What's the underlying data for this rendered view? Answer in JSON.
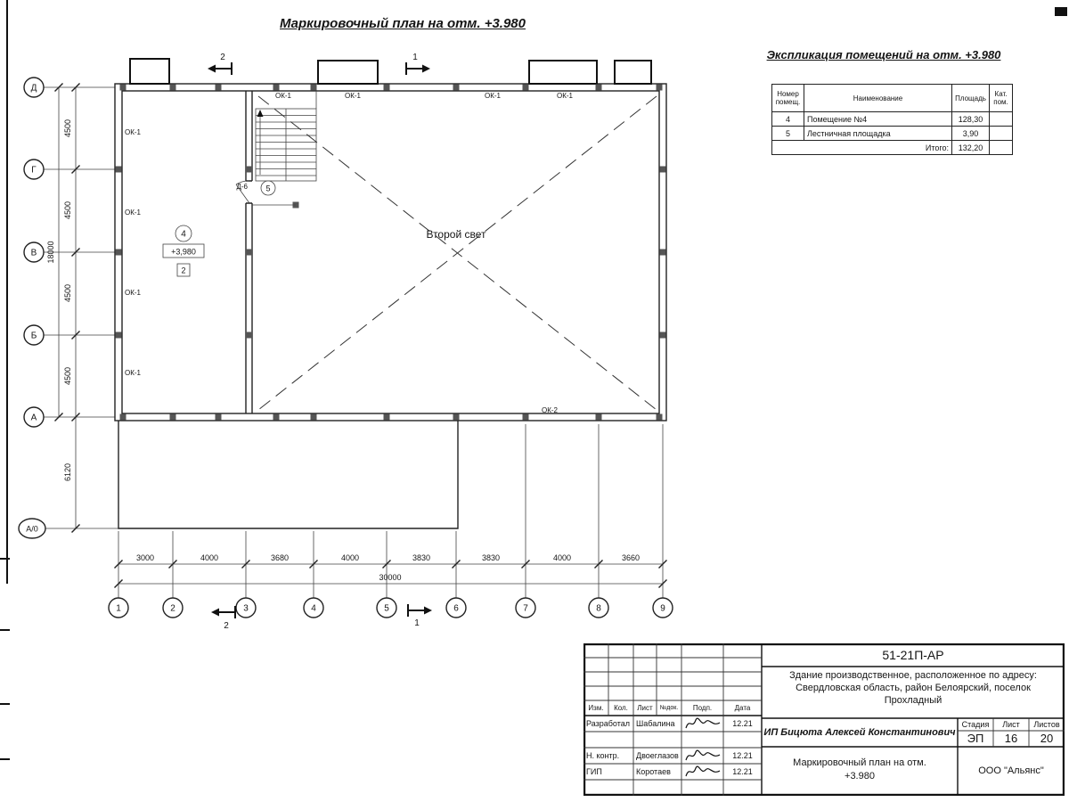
{
  "titles": {
    "plan_title": "Маркировочный план на отм. +3.980",
    "schedule_title": "Экспликация помещений на отм. +3.980"
  },
  "plan": {
    "axis_letters": [
      "Д",
      "Г",
      "В",
      "Б",
      "А",
      "А/0"
    ],
    "axis_numbers": [
      "1",
      "2",
      "3",
      "4",
      "5",
      "6",
      "7",
      "8",
      "9"
    ],
    "dims_left": [
      "4500",
      "4500",
      "4500",
      "4500"
    ],
    "dim_left_total": "18000",
    "dim_canopy": "6120",
    "dims_bottom": [
      "3000",
      "4000",
      "3680",
      "4000",
      "3830",
      "3830",
      "4000",
      "3660"
    ],
    "dim_bottom_total": "30000",
    "second_light_label": "Второй свет",
    "elevation_mark": "+3,980",
    "room4_num": "4",
    "room5_num": "5",
    "zone_mark": "2",
    "door_mark": "Д-6",
    "window_mark_1": "ОК-1",
    "window_mark_2": "ОК-2",
    "section_1": "1",
    "section_2": "2"
  },
  "schedule": {
    "col_num": "Номер помещ.",
    "col_name": "Наименование",
    "col_area": "Площадь",
    "col_cat": "Кат. пом.",
    "rows": [
      {
        "num": "4",
        "name": "Помещение №4",
        "area": "128,30",
        "cat": ""
      },
      {
        "num": "5",
        "name": "Лестничная площадка",
        "area": "3,90",
        "cat": ""
      }
    ],
    "total_label": "Итого:",
    "total_area": "132,20"
  },
  "titleblock": {
    "doc_code": "51-21П-АР",
    "description_line1": "Здание производственное, расположенное по адресу:",
    "description_line2": "Свердловская область, район Белоярский, поселок",
    "description_line3": "Прохладный",
    "header_cols": [
      "Изм.",
      "Кол.",
      "Лист",
      "№док.",
      "Подп.",
      "Дата"
    ],
    "sign_rows": [
      {
        "role": "Разработал",
        "name": "Шабалина",
        "date": "12.21"
      },
      {
        "role": "Н. контр.",
        "name": "Двоеглазов",
        "date": "12.21"
      },
      {
        "role": "ГИП",
        "name": "Коротаев",
        "date": "12.21"
      }
    ],
    "client": "ИП Бицюта Алексей Константинович",
    "stage_label": "Стадия",
    "sheet_label": "Лист",
    "sheets_label": "Листов",
    "stage": "ЭП",
    "sheet": "16",
    "sheets": "20",
    "drawing_title_line1": "Маркировочный план на отм.",
    "drawing_title_line2": "+3.980",
    "company": "ООО \"Альянс\""
  }
}
